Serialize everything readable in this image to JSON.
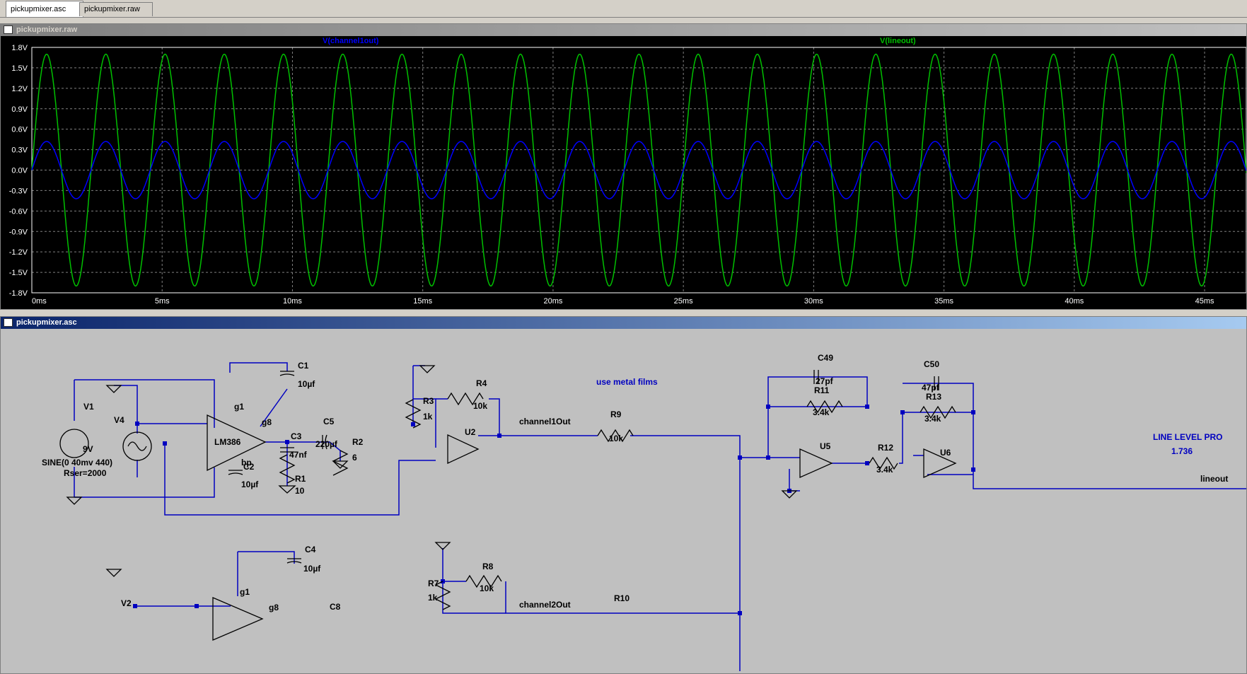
{
  "tabs": [
    {
      "label": "pickupmixer.asc"
    },
    {
      "label": "pickupmixer.raw"
    }
  ],
  "waveform_window": {
    "title": "pickupmixer.raw",
    "traces": [
      {
        "label": "V(channel1out)",
        "color": "#0000ff"
      },
      {
        "label": "V(lineout)",
        "color": "#00c000"
      }
    ],
    "y_ticks": [
      "1.8V",
      "1.5V",
      "1.2V",
      "0.9V",
      "0.6V",
      "0.3V",
      "0.0V",
      "-0.3V",
      "-0.6V",
      "-0.9V",
      "-1.2V",
      "-1.5V",
      "-1.8V"
    ],
    "x_ticks": [
      "0ms",
      "5ms",
      "10ms",
      "15ms",
      "20ms",
      "25ms",
      "30ms",
      "35ms",
      "40ms",
      "45ms"
    ]
  },
  "chart_data": {
    "type": "line",
    "xlabel": "",
    "ylabel": "",
    "xlim": [
      0,
      46.6
    ],
    "ylim": [
      -1.8,
      1.8
    ],
    "x_unit": "ms",
    "y_unit": "V",
    "grid": true,
    "frequency_hz": 440,
    "series": [
      {
        "name": "V(channel1out)",
        "amplitude": 0.42,
        "offset": 0.0
      },
      {
        "name": "V(lineout)",
        "amplitude": 1.7,
        "offset": 0.0
      }
    ]
  },
  "schematic_window": {
    "title": "pickupmixer.asc",
    "labels": {
      "v1": "V1",
      "v1_val": "9V",
      "v4": "V4",
      "sine": "SINE(0 40mv 440)",
      "rser": "Rser=2000",
      "lm386": "LM386",
      "g1": "g1",
      "g8": "g8",
      "bp": "bp",
      "c1": "C1",
      "c1_val": "10µf",
      "c2": "C2",
      "c2_val": "10µf",
      "c3": "C3",
      "c3_val": "47nf",
      "c5": "C5",
      "c5_val": "220µf",
      "r1": "R1",
      "r1_val": "10",
      "r2": "R2",
      "r2_val": "6",
      "r3": "R3",
      "r3_val": "1k",
      "r4": "R4",
      "r4_val": "10k",
      "u2": "U2",
      "channel1out": "channel1Out",
      "r9": "R9",
      "r9_val": "10k",
      "note": "use metal films",
      "c49": "C49",
      "c49_val": "27pf",
      "r11": "R11",
      "r11_val": "3.4k",
      "u5": "U5",
      "r12": "R12",
      "r12_val": "3.4k",
      "c50": "C50",
      "c50_val": "47pf",
      "r13": "R13",
      "r13_val": "3.4k",
      "u6": "U6",
      "lineout": "lineout",
      "brand": "LINE LEVEL PRO",
      "version": "1.736",
      "c4": "C4",
      "c4_val": "10µf",
      "v2": "V2",
      "g1b": "g1",
      "g8b": "g8",
      "c8": "C8",
      "r7": "R7",
      "r7_val": "1k",
      "r8": "R8",
      "r8_val": "10k",
      "channel2out": "channel2Out",
      "r10": "R10"
    }
  }
}
